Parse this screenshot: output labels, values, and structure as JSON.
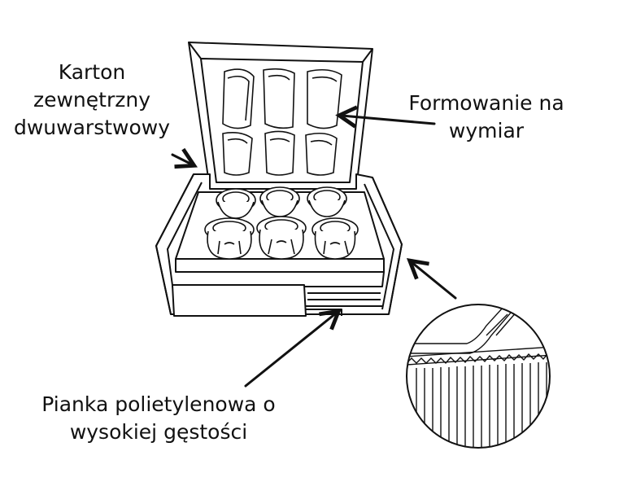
{
  "labels": {
    "outer_carton": {
      "line1": "Karton",
      "line2": "zewnętrzny",
      "line3": "dwuwarstwowy"
    },
    "custom_molding": {
      "line1": "Formowanie na",
      "line2": "wymiar"
    },
    "pe_foam": {
      "line1": "Pianka polietylenowa o",
      "line2": "wysokiej gęstości"
    }
  },
  "colors": {
    "stroke": "#111111",
    "background": "#ffffff"
  }
}
